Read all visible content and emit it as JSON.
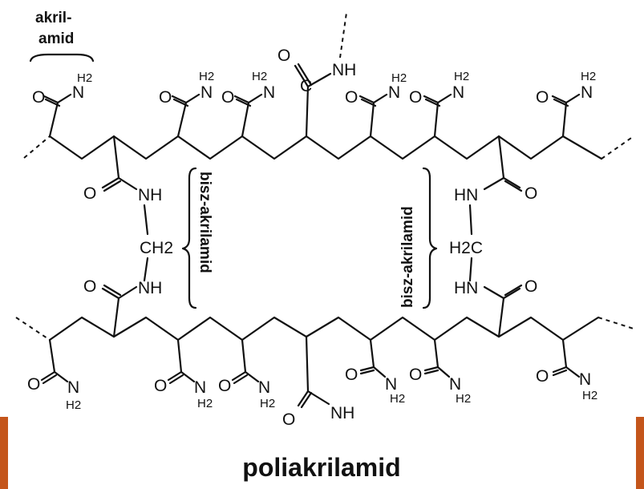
{
  "labels": {
    "monomer_line1": "akril-",
    "monomer_line2": "amid",
    "crosslinker_left": "bisz-akrilamid",
    "crosslinker_right": "bisz-akrilamid",
    "polymer_name": "poliakrilamid"
  },
  "atoms": {
    "oxygen": "O",
    "nitrogen": "N",
    "hydrogen2": "H2",
    "amide_nh": "NH",
    "nh_left": "HN",
    "methylene": "CH2",
    "methylene_right": "H2C",
    "carbon": "C"
  },
  "colors": {
    "accent_band": "#c4551b",
    "ink": "#111111",
    "background": "#ffffff"
  }
}
